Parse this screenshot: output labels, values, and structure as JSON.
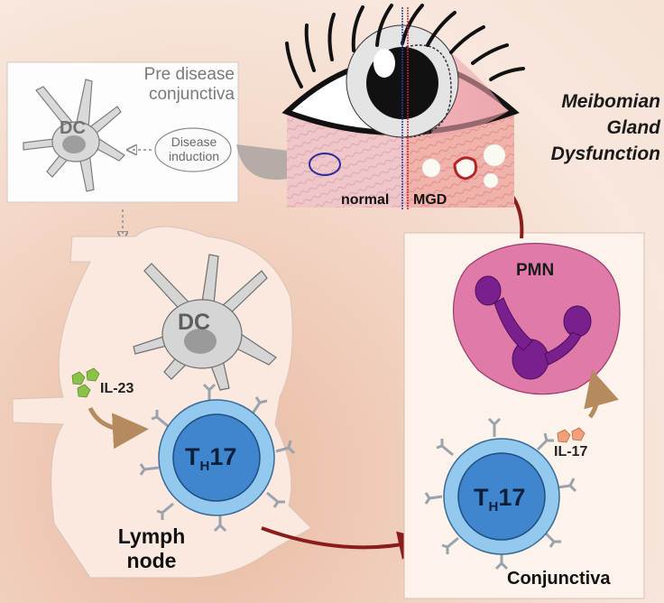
{
  "pre_disease": {
    "title_line1": "Pre disease",
    "title_line2": "conjunctiva",
    "dc_label": "DC"
  },
  "induction": {
    "line1": "Disease",
    "line2": "induction"
  },
  "lymph_node": {
    "dc_label": "DC",
    "cytokine": "IL-23",
    "t_cell_main": "T",
    "t_cell_sub": "H",
    "t_cell_num": "17",
    "label_line1": "Lymph",
    "label_line2": "node"
  },
  "conjunctiva": {
    "cell": "PMN",
    "cytokine": "IL-17",
    "t_cell_main": "T",
    "t_cell_sub": "H",
    "t_cell_num": "17",
    "label": "Conjunctiva"
  },
  "eye": {
    "left_label": "normal",
    "right_label": "MGD"
  },
  "title": {
    "line1": "Meibomian",
    "line2": "Gland",
    "line3": "Dysfunction"
  },
  "colors": {
    "t_cell_core": "#3f86cf",
    "t_cell_ring": "#94c9ee",
    "pmn_body": "#e07aa8",
    "pmn_nucleus": "#7a1f8e",
    "arrow_dark": "#8a1c1c",
    "arrow_tan": "#b48a5e",
    "cytokine_green": "#8bc34a",
    "cytokine_orange": "#f2a07a"
  }
}
